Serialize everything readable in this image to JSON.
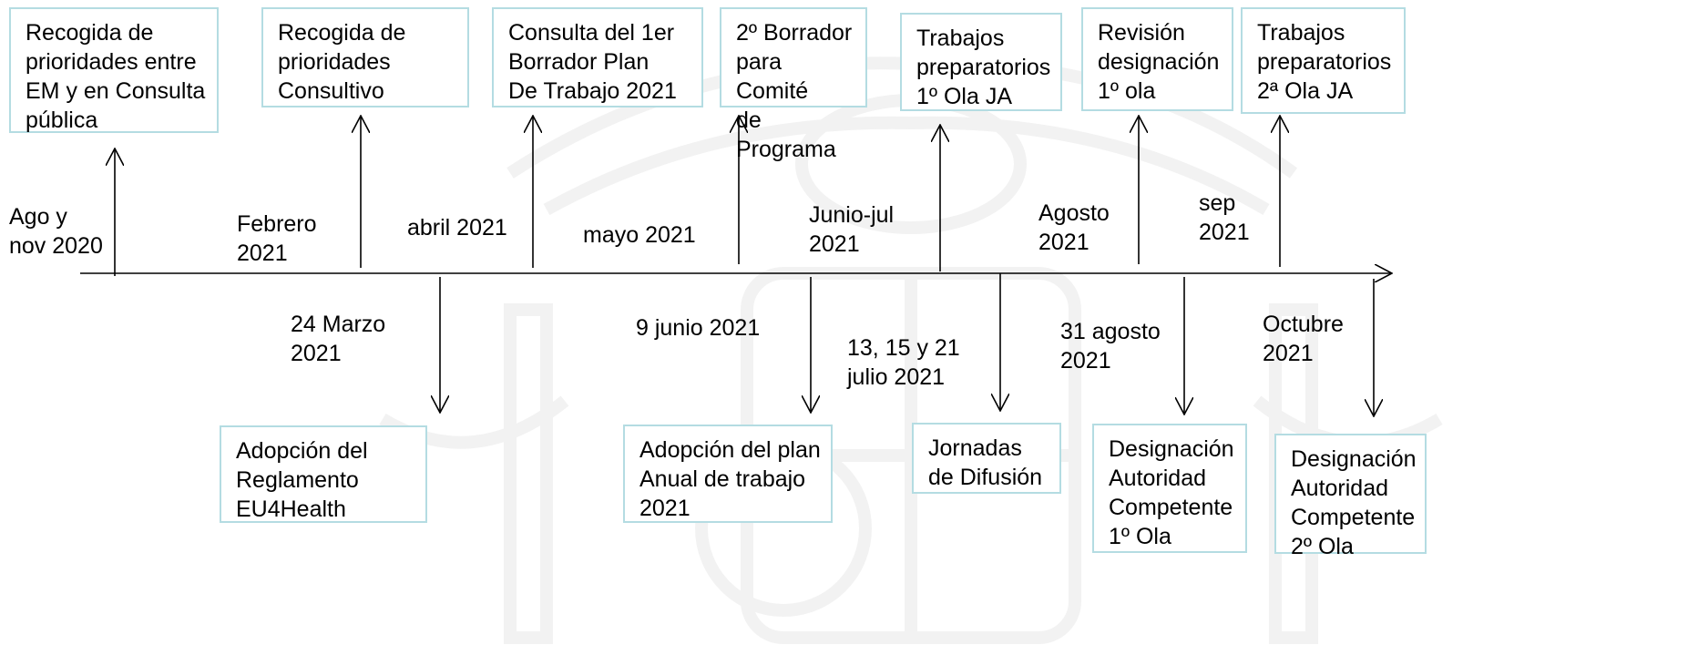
{
  "top_events": [
    {
      "box": "Recogida de\nprioridades entre\nEM y en Consulta\npública",
      "date": "Ago y\nnov 2020"
    },
    {
      "box": "Recogida de\nprioridades\nConsultivo",
      "date": "Febrero\n2021"
    },
    {
      "box": "Consulta del 1er\nBorrador Plan\nDe Trabajo 2021",
      "date": "abril 2021"
    },
    {
      "box": "2º Borrador\npara Comité\nde Programa",
      "date": "mayo 2021"
    },
    {
      "box": "Trabajos\npreparatorios\n1º Ola JA",
      "date": "Junio-jul\n2021"
    },
    {
      "box": "Revisión\ndesignación\n1º ola",
      "date": "Agosto\n2021"
    },
    {
      "box": "Trabajos\npreparatorios\n2ª Ola JA",
      "date": "sep\n2021"
    }
  ],
  "bottom_events": [
    {
      "box": "Adopción del\nReglamento\nEU4Health",
      "date": "24  Marzo\n2021"
    },
    {
      "box": "Adopción del plan\nAnual de trabajo\n2021",
      "date": "9 junio 2021"
    },
    {
      "box": "Jornadas\nde Difusión",
      "date": "13, 15 y 21\njulio 2021"
    },
    {
      "box": "Designación\nAutoridad\nCompetente\n1º Ola",
      "date": "31 agosto\n2021"
    },
    {
      "box": "Designación\nAutoridad\nCompetente\n2º Ola",
      "date": "Octubre\n2021"
    }
  ]
}
